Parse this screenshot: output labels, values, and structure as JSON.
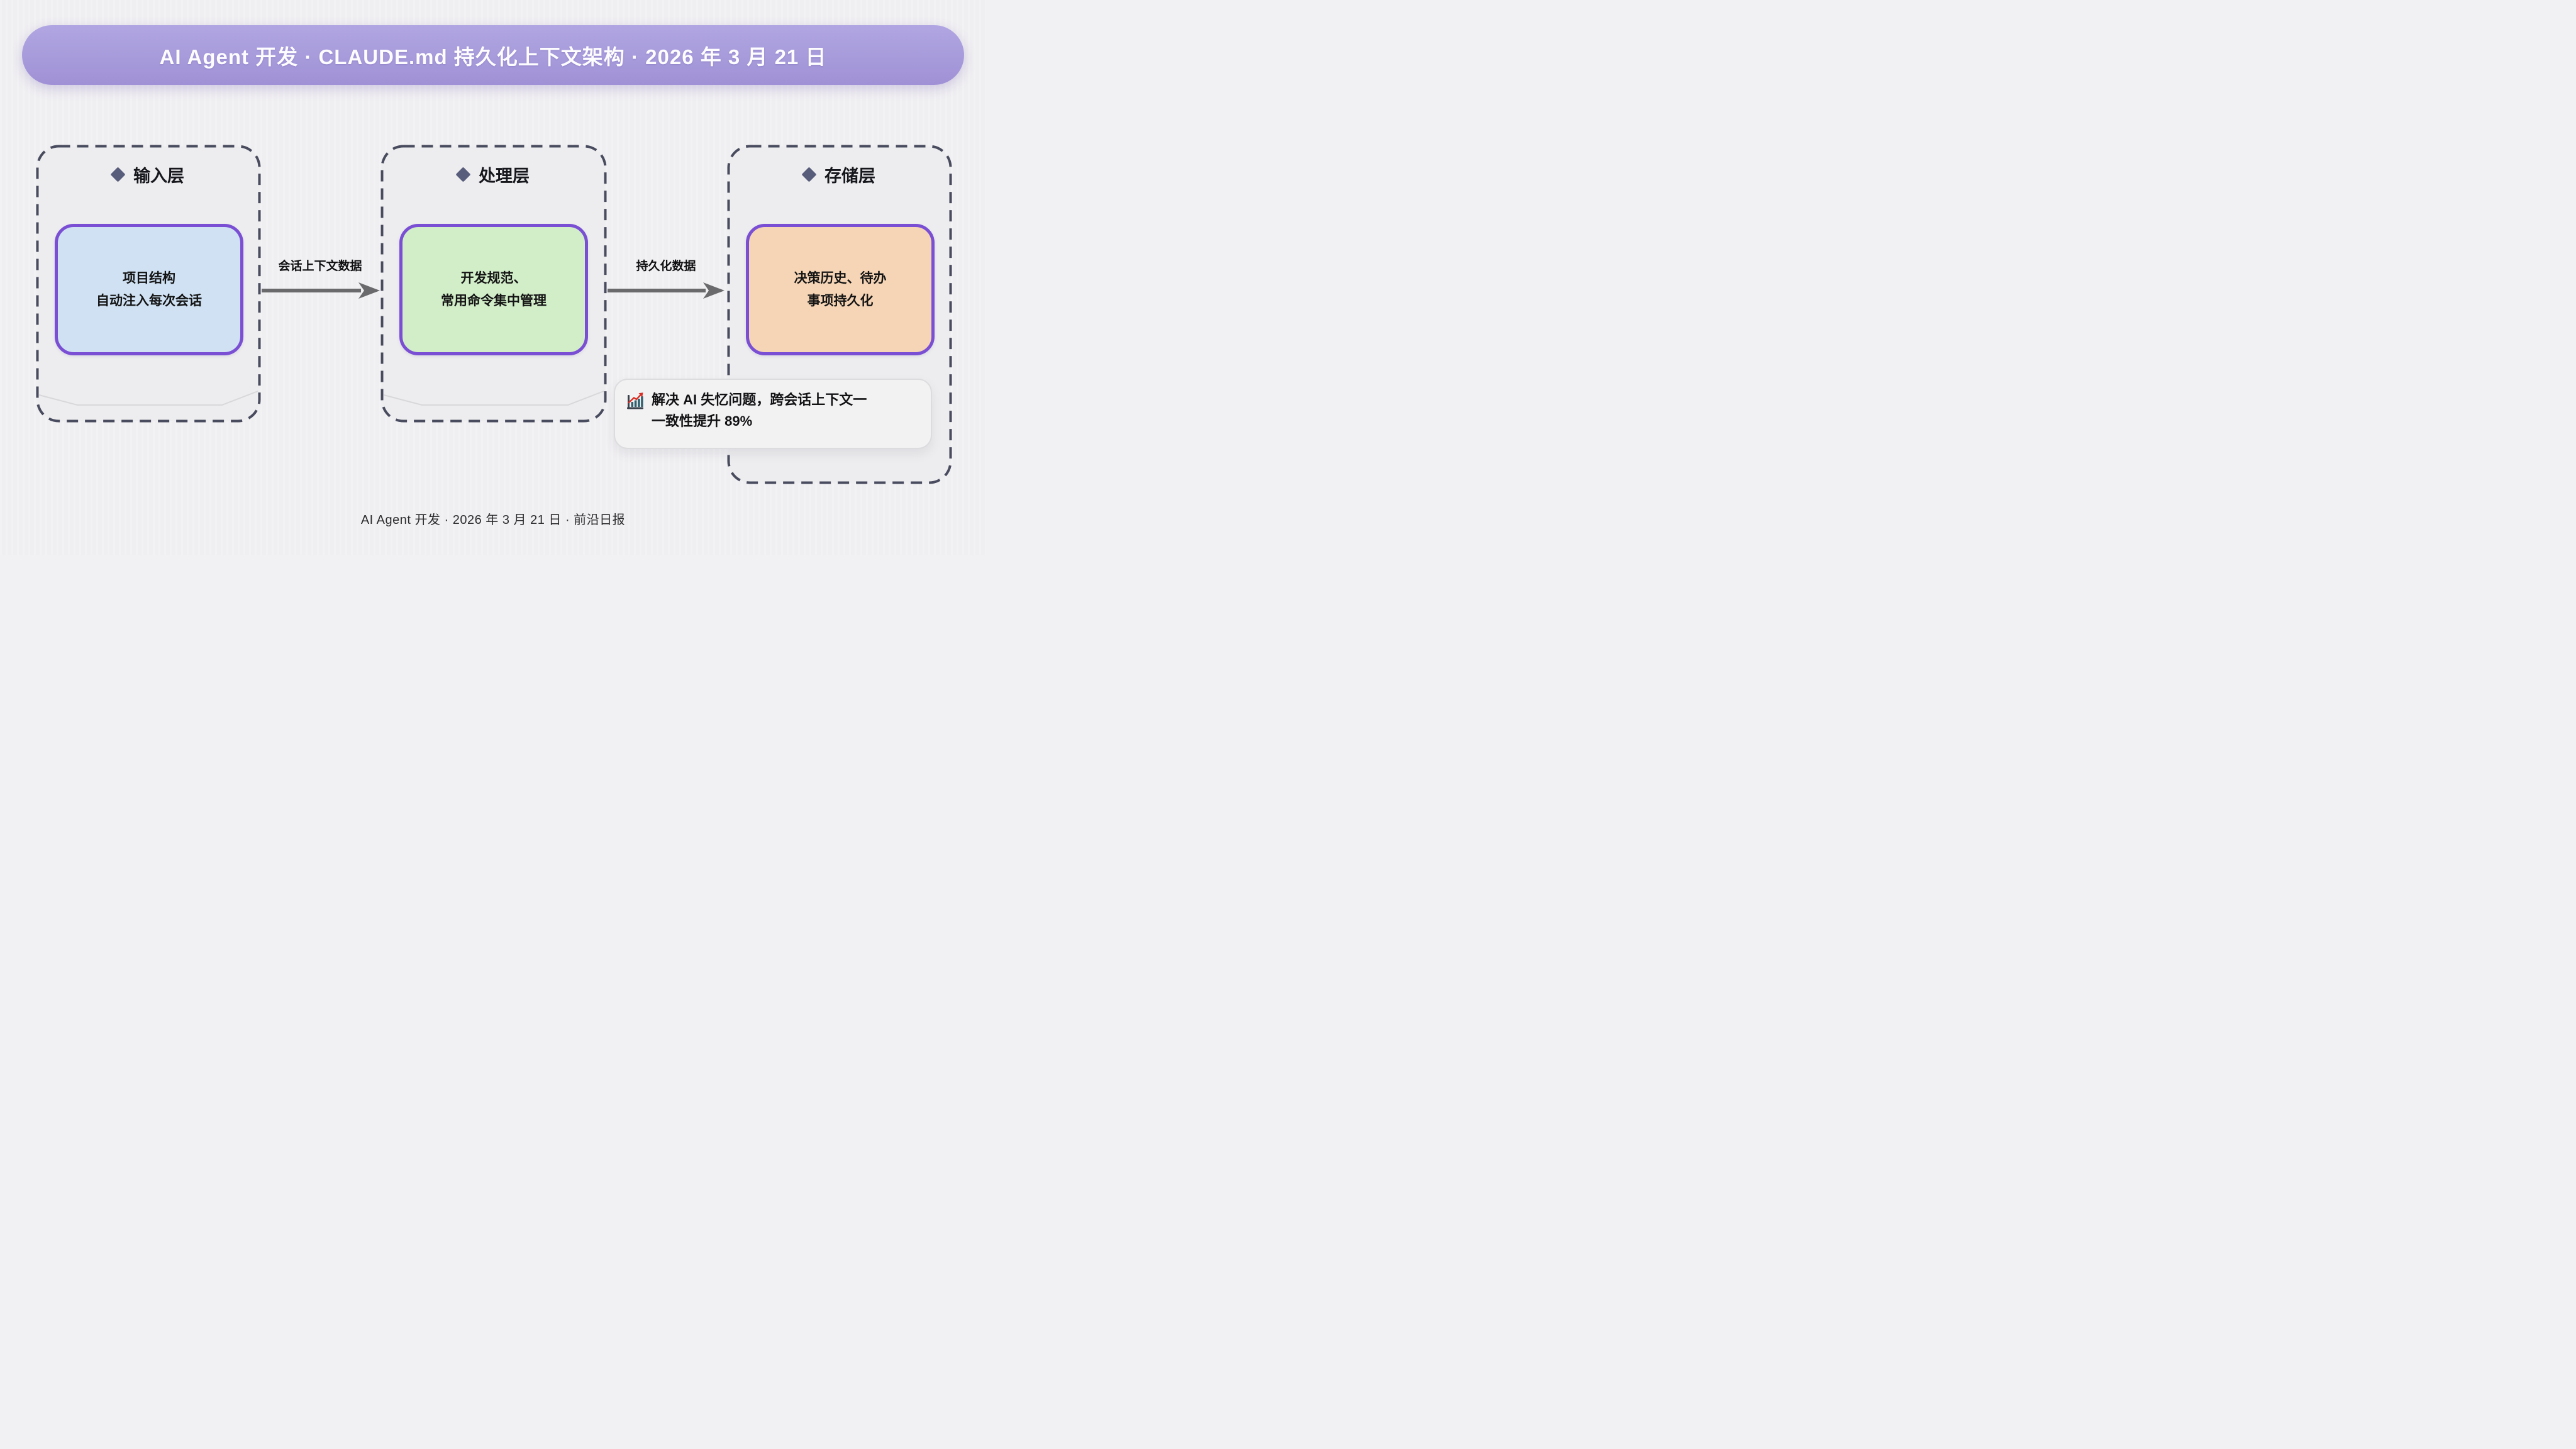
{
  "header": {
    "title": "AI Agent 开发 · CLAUDE.md 持久化上下文架构 · 2026 年 3 月 21 日"
  },
  "layers": [
    {
      "title": "输入层",
      "node": {
        "line1": "项目结构",
        "line2": "自动注入每次会话"
      }
    },
    {
      "title": "处理层",
      "node": {
        "line1": "开发规范、",
        "line2": "常用命令集中管理"
      }
    },
    {
      "title": "存储层",
      "node": {
        "line1": "决策历史、待办",
        "line2": "事项持久化"
      }
    }
  ],
  "arrows": [
    {
      "label": "会话上下文数据"
    },
    {
      "label": "持久化数据"
    }
  ],
  "note": {
    "icon": "chart-increasing",
    "line1": "解决 AI 失忆问题，跨会话上下文一",
    "line2": "一致性提升 89%"
  },
  "footer": {
    "text": "AI Agent 开发 · 2026 年 3 月 21 日 · 前沿日报"
  },
  "colors": {
    "banner": "#a79bdb",
    "banner_text": "#fdfcff",
    "container_fill": "#ededef",
    "container_dash": "#484c5e",
    "diamond": "#595d7c",
    "node_border": "#7a4fd4",
    "node_blue_fill": "#cfe1f3",
    "node_green_fill": "#d2eec9",
    "node_orange_fill": "#f6d5b6",
    "arrow": "#6a6a6d",
    "note_fill": "#f2f2f3",
    "note_icon_bar": "#2f5f6e",
    "note_icon_trend": "#d93025",
    "text": "#141414"
  }
}
